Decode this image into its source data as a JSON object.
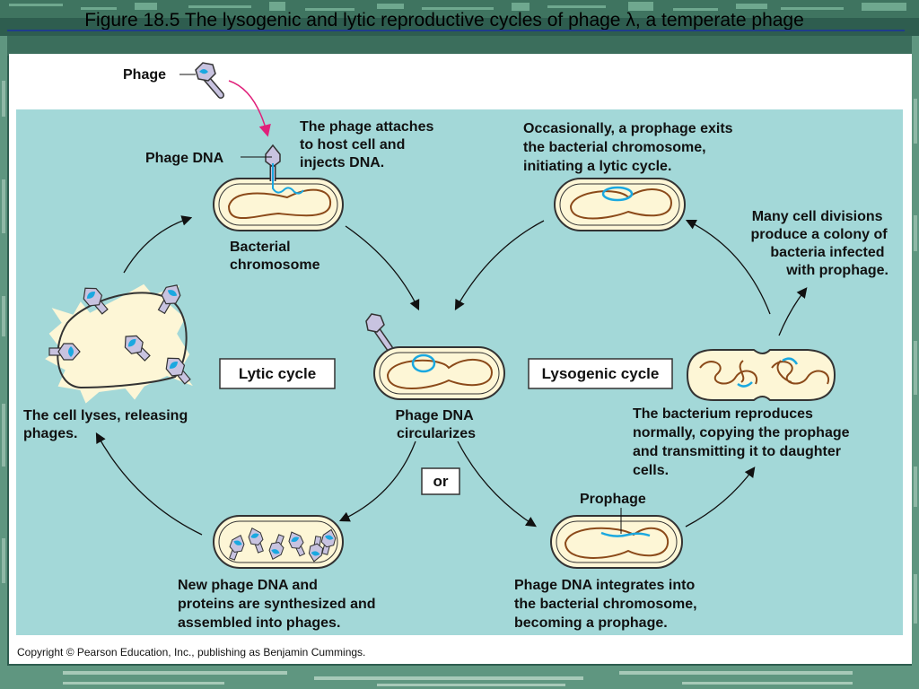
{
  "slide": {
    "title": "Figure 18.5 The lysogenic and lytic reproductive cycles of phage λ, a temperate phage"
  },
  "diagram": {
    "phage_label": "Phage",
    "phage_dna_label": "Phage DNA",
    "attach_text": [
      "The phage attaches",
      "to host cell and",
      "injects DNA."
    ],
    "bacterial_chromosome_label": [
      "Bacterial",
      "chromosome"
    ],
    "exit_text": [
      "Occasionally, a prophage exits",
      "the bacterial chromosome,",
      "initiating a lytic cycle."
    ],
    "divisions_text": [
      "Many cell divisions",
      "produce a colony of",
      "bacteria infected",
      "with prophage."
    ],
    "lytic_cycle_label": "Lytic cycle",
    "lysogenic_cycle_label": "Lysogenic cycle",
    "circularizes_text": [
      "Phage DNA",
      "circularizes"
    ],
    "lyses_text": [
      "The cell lyses, releasing",
      "phages."
    ],
    "reproduces_text": [
      "The bacterium reproduces",
      "normally, copying the prophage",
      "and transmitting it to daughter",
      "cells."
    ],
    "or_label": "or",
    "prophage_label": "Prophage",
    "synthesized_text": [
      "New phage DNA and",
      "proteins are synthesized and",
      "assembled into phages."
    ],
    "integrates_text": [
      "Phage DNA integrates into",
      "the bacterial chromosome,",
      "becoming a prophage."
    ],
    "copyright": "Copyright © Pearson Education, Inc., publishing as Benjamin Cummings."
  },
  "colors": {
    "panel_fill": "#a3d8d8",
    "cell_fill": "#fdf6d6",
    "chromosome": "#8b4a1a",
    "phage_dna": "#1aa8e0",
    "phage_head": "#c8c3e0",
    "magenta_arrow": "#e0207a"
  }
}
